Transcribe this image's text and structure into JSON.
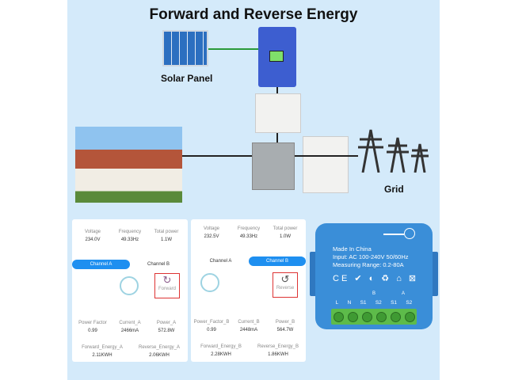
{
  "title": "Forward and Reverse Energy",
  "labels": {
    "solar": "Solar Panel",
    "grid": "Grid"
  },
  "app_left": {
    "top": [
      {
        "label": "Voltage",
        "value": "234.0V"
      },
      {
        "label": "Frequency",
        "value": "49.33Hz"
      },
      {
        "label": "Total power",
        "value": "1.1W"
      }
    ],
    "tabs": [
      "Channel A",
      "Channel B"
    ],
    "active_tab": "Channel A",
    "direction": "Forward",
    "row1": [
      {
        "label": "Power Factor",
        "value": "0.99"
      },
      {
        "label": "Current_A",
        "value": "2466mA"
      },
      {
        "label": "Power_A",
        "value": "572.8W"
      }
    ],
    "row2": [
      {
        "label": "Forward_Energy_A",
        "value": "2.11KWH"
      },
      {
        "label": "Reverse_Energy_A",
        "value": "2.06KWH"
      }
    ]
  },
  "app_right": {
    "top": [
      {
        "label": "Voltage",
        "value": "232.5V"
      },
      {
        "label": "Frequency",
        "value": "49.33Hz"
      },
      {
        "label": "Total power",
        "value": "1.0W"
      }
    ],
    "tabs": [
      "Channel A",
      "Channel B"
    ],
    "active_tab": "Channel B",
    "direction": "Reverse",
    "row1": [
      {
        "label": "Power_Factor_B",
        "value": "0.99"
      },
      {
        "label": "Current_B",
        "value": "2448mA"
      },
      {
        "label": "Power_B",
        "value": "564.7W"
      }
    ],
    "row2": [
      {
        "label": "Forward_Energy_B",
        "value": "2.28KWH"
      },
      {
        "label": "Reverse_Energy_B",
        "value": "1.86KWH"
      }
    ]
  },
  "device": {
    "lines": [
      "Made In China",
      "Input: AC 100-240V 50/60Hz",
      "Measuring Range: 0.2-80A"
    ],
    "groups": [
      "B",
      "A"
    ],
    "terminals": [
      "L",
      "N",
      "S1",
      "S2",
      "S1",
      "S2"
    ]
  },
  "colors": {
    "background": "#d4eafa",
    "device": "#3a8ed8",
    "accent": "#1e8ff0",
    "highlight": "#d33333"
  }
}
